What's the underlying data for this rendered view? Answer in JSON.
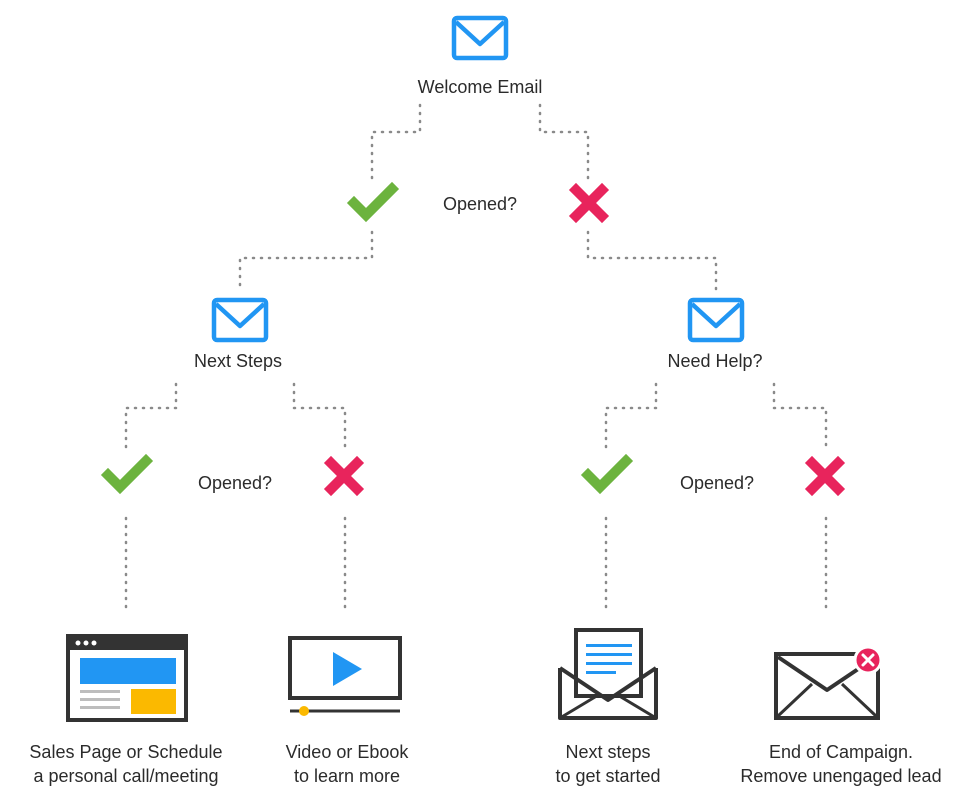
{
  "nodes": {
    "welcome": "Welcome Email",
    "q1": "Opened?",
    "next_steps": "Next Steps",
    "need_help": "Need Help?",
    "q2": "Opened?",
    "q3": "Opened?"
  },
  "outcomes": [
    {
      "line1": "Sales Page or Schedule",
      "line2": "a personal call/meeting"
    },
    {
      "line1": "Video or Ebook",
      "line2": "to learn more"
    },
    {
      "line1": "Next steps",
      "line2": "to get started"
    },
    {
      "line1": "End of Campaign.",
      "line2": "Remove unengaged lead"
    }
  ],
  "colors": {
    "email_blue": "#2196f3",
    "check_green": "#6cb33e",
    "cross_red": "#e8245c",
    "line_gray": "#888888",
    "icon_dark": "#333333",
    "accent_yellow": "#fbb900"
  }
}
